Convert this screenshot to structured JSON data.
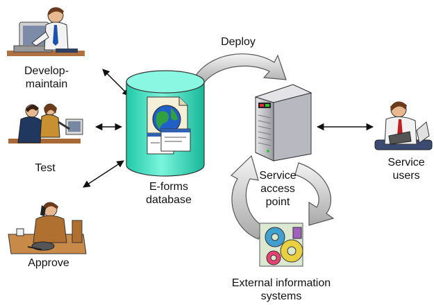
{
  "labels": {
    "develop": [
      "Develop-",
      "maintain"
    ],
    "test": "Test",
    "approve": "Approve",
    "database": [
      "E-forms",
      "database"
    ],
    "deploy": "Deploy",
    "server": [
      "Service",
      "access",
      "point"
    ],
    "users": [
      "Service",
      "users"
    ],
    "external": [
      "External information",
      "systems"
    ]
  },
  "colors": {
    "cylinder": "#40e0c0",
    "arrow_fill": "#d8d8d8",
    "arrow_stroke": "#555555",
    "server": "#c8c8cc",
    "line": "#111111"
  },
  "icons": [
    "developer-clipart-icon",
    "testers-clipart-icon",
    "approver-clipart-icon",
    "database-cylinder-icon",
    "globe-document-icon",
    "server-tower-icon",
    "service-user-clipart-icon",
    "gears-puzzle-icon"
  ]
}
